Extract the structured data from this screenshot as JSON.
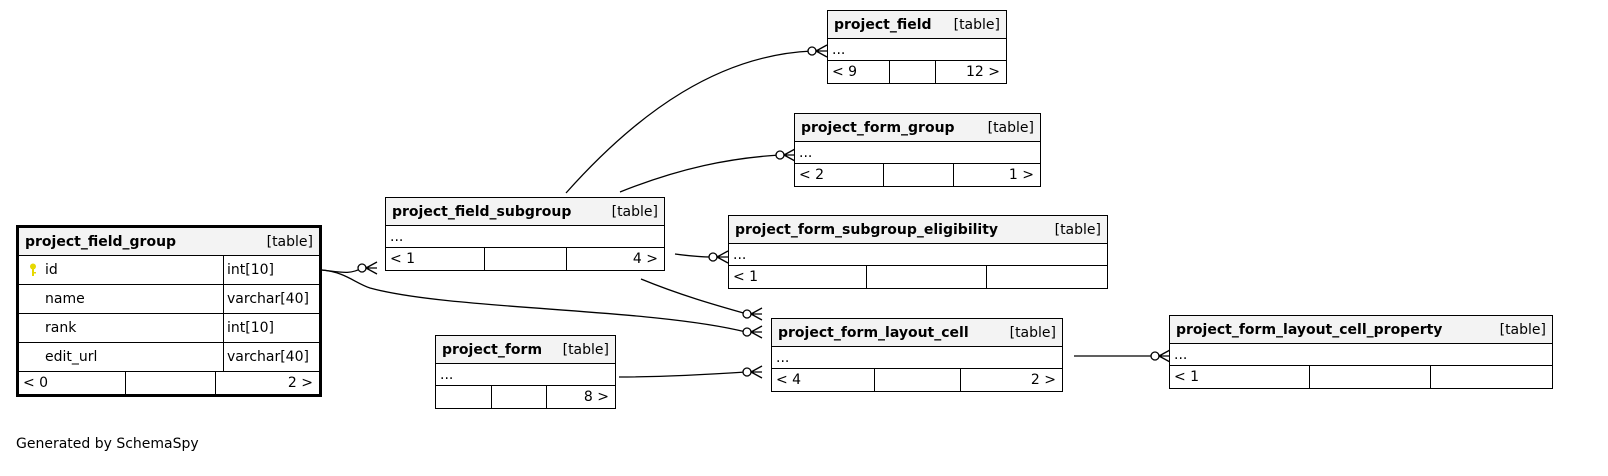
{
  "tables": {
    "project_field": {
      "name": "project_field",
      "type": "[table]",
      "body": "...",
      "left": "< 9",
      "right": "12 >"
    },
    "project_form_group": {
      "name": "project_form_group",
      "type": "[table]",
      "body": "...",
      "left": "< 2",
      "right": "1 >"
    },
    "project_field_subgroup": {
      "name": "project_field_subgroup",
      "type": "[table]",
      "body": "...",
      "left": "< 1",
      "right": "4 >"
    },
    "project_form_subgroup_eligibility": {
      "name": "project_form_subgroup_eligibility",
      "type": "[table]",
      "body": "...",
      "left": "< 1",
      "right": ""
    },
    "project_form": {
      "name": "project_form",
      "type": "[table]",
      "body": "...",
      "left": "",
      "right": "8 >"
    },
    "project_form_layout_cell": {
      "name": "project_form_layout_cell",
      "type": "[table]",
      "body": "...",
      "left": "< 4",
      "right": "2 >"
    },
    "project_form_layout_cell_property": {
      "name": "project_form_layout_cell_property",
      "type": "[table]",
      "body": "...",
      "left": "< 1",
      "right": ""
    },
    "project_field_group": {
      "name": "project_field_group",
      "type": "[table]",
      "columns": [
        {
          "name": "id",
          "type": "int[10]",
          "primary_key": true
        },
        {
          "name": "name",
          "type": "varchar[40]"
        },
        {
          "name": "rank",
          "type": "int[10]"
        },
        {
          "name": "edit_url",
          "type": "varchar[40]"
        }
      ],
      "left": "< 0",
      "right": "2 >"
    }
  },
  "footer": {
    "generated_by": "Generated by SchemaSpy"
  },
  "colors": {
    "header_bg": "#f3f3f3",
    "key_icon": "#e6d800",
    "line": "#000000"
  },
  "icons": {
    "primary_key": "key-icon"
  }
}
